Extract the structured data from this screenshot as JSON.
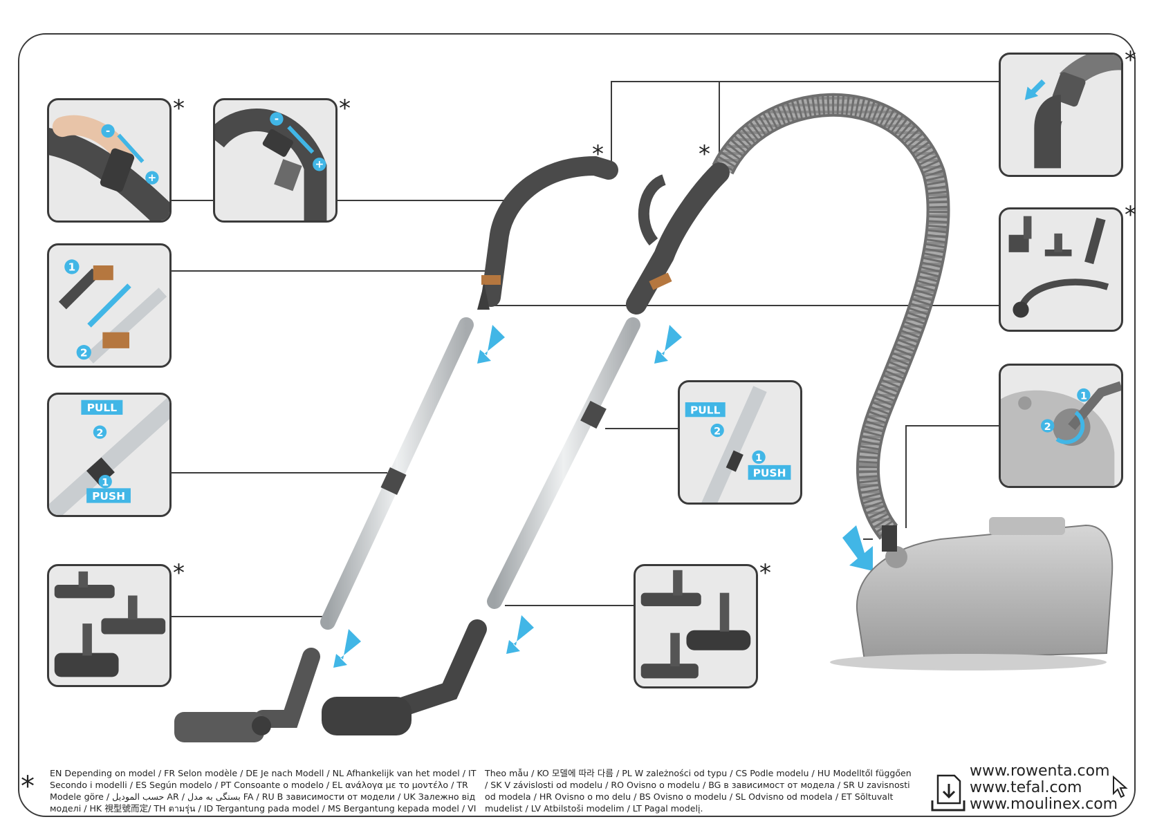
{
  "asterisk": "*",
  "badges": {
    "minus": "-",
    "plus": "+",
    "one": "1",
    "two": "2",
    "pull": "PULL",
    "push": "PUSH"
  },
  "legal_text": "EN Depending on model / FR Selon modèle / DE Je nach Modell / NL Afhankelijk van het model / IT Secondo i modelli / ES Según modelo / PT Consoante o modelo / EL ανάλογα με το μοντέλο / TR Modele göre / حسب الموديل AR / بستگی به مدل FA / RU В зависимости от модели / UK Залежно від моделі / HK 視型號而定/ TH ตามรุ่น / ID Tergantung pada model / MS Bergantung kepada model / VI Theo mẫu / KO 모델에 따라 다름 / PL W zależności od typu / CS Podle modelu / HU Modelltől függően / SK V závislosti od modelu / RO Ovisno o modelu / BG в зависимост от модела / SR U zavisnosti od modela / HR Ovisno o mo delu / BS Ovisno o modelu / SL Odvisno od modela / ET Sõltuvalt mudelist / LV Atbilstoši modelim / LT Pagal modelį.",
  "urls": [
    "www.rowenta.com",
    "www.tefal.com",
    "www.moulinex.com"
  ],
  "colors": {
    "accent_blue": "#41b6e6",
    "outline": "#3a3a3a",
    "panel_bg": "#e9e9e9",
    "metal": "#c9cdd0",
    "dark_plastic": "#4a4a4a"
  },
  "icons": [
    "download-manual-icon",
    "cursor-icon"
  ]
}
